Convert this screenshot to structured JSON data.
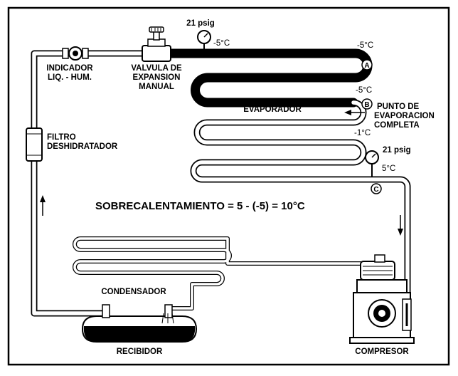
{
  "title": "SOBRECALENTAMIENTO = 5 - (-5) = 10°C",
  "labels": {
    "indicator": [
      "INDICADOR",
      "LIQ. - HUM."
    ],
    "valve": [
      "VALVULA DE",
      "EXPANSION",
      "MANUAL"
    ],
    "evaporator": "EVAPORADOR",
    "filter": [
      "FILTRO",
      "DESHIDRATADOR"
    ],
    "evap_point": [
      "PUNTO DE",
      "EVAPORACION",
      "COMPLETA"
    ],
    "condenser": "CONDENSADOR",
    "receiver": "RECIBIDOR",
    "compressor": "COMPRESOR"
  },
  "gauges": {
    "top_pressure": "21 psig",
    "top_temp": "-5°C",
    "bottom_pressure": "21 psig",
    "bottom_temp": "5°C"
  },
  "temps": {
    "point_a": "-5°C",
    "point_b": "-5°C",
    "mid": "-1°C"
  },
  "points": {
    "a": "A",
    "b": "B",
    "c": "C"
  }
}
